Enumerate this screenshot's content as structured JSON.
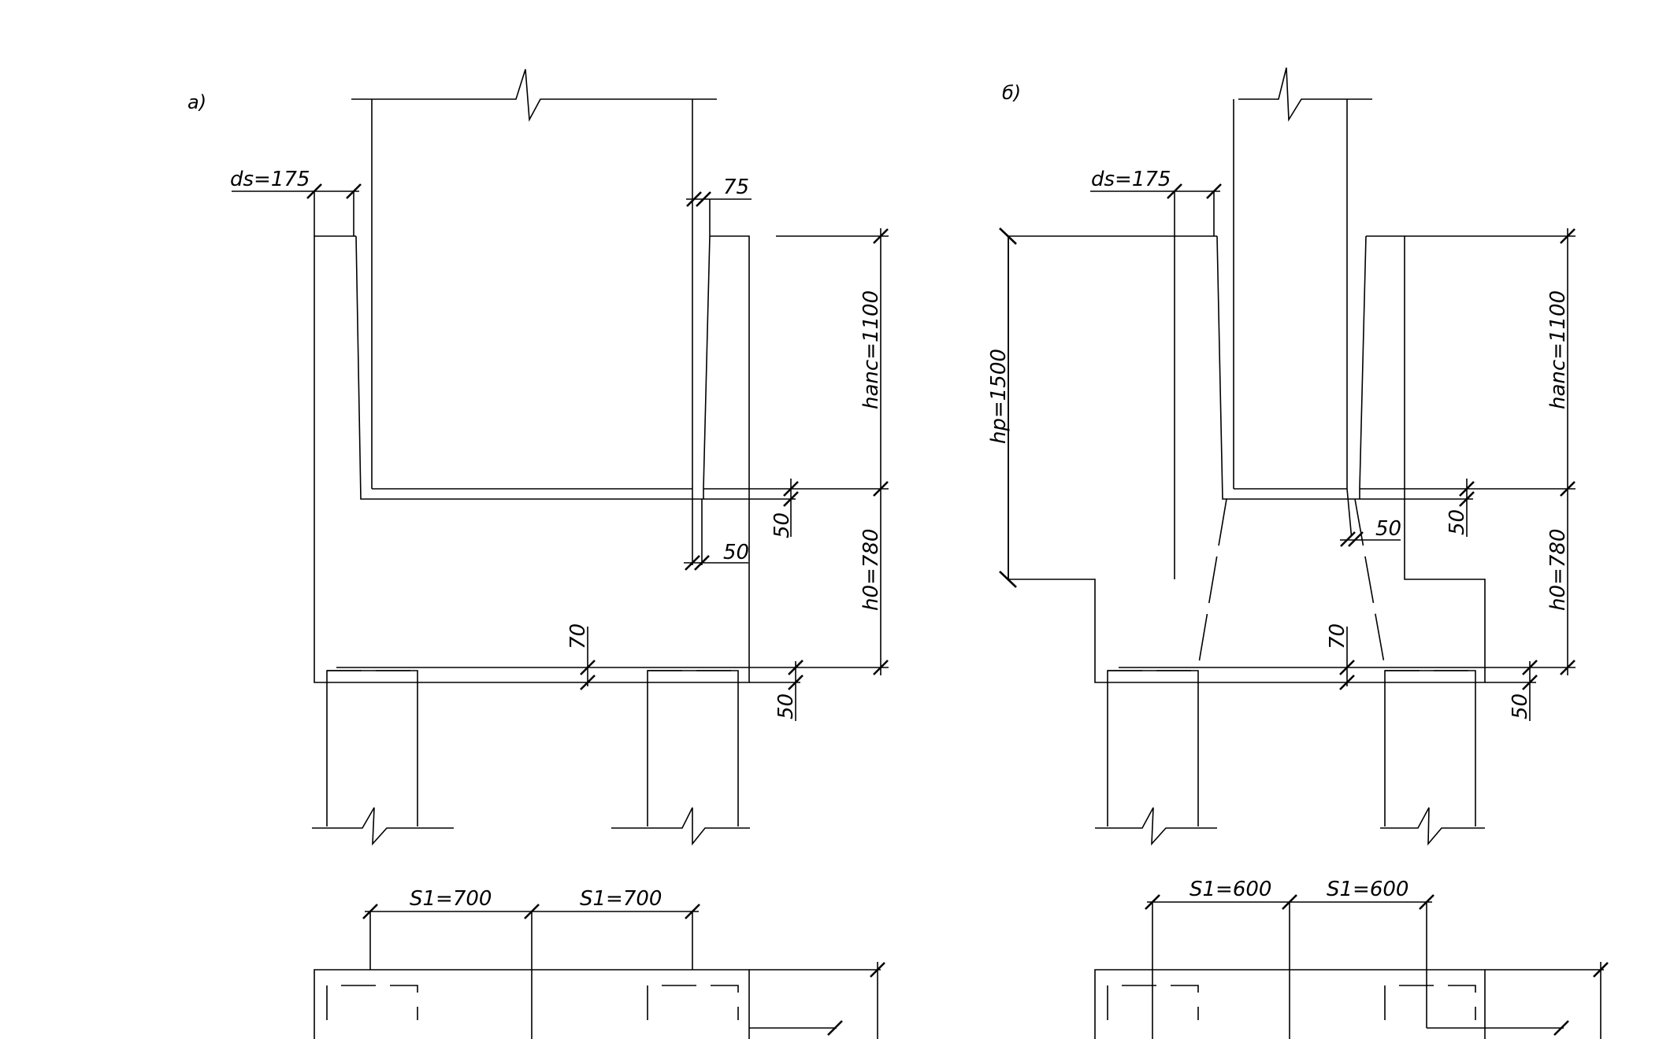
{
  "diagram": {
    "line_color": "#000000",
    "background": "#ffffff",
    "panel_a": {
      "label": "а)",
      "ds": "ds=175",
      "gap_top": "75",
      "hanc": "hanc=1100",
      "h0": "h0=780",
      "gap_inner": "50",
      "gap_right": "50",
      "cover_top": "70",
      "cover_bottom": "50",
      "spacing_1": "S1=700",
      "spacing_2": "S1=700"
    },
    "panel_b": {
      "label": "б)",
      "ds": "ds=175",
      "hp": "hp=1500",
      "hanc": "hanc=1100",
      "h0": "h0=780",
      "gap_inner": "50",
      "gap_right": "50",
      "cover_top": "70",
      "cover_bottom": "50",
      "spacing_1": "S1=600",
      "spacing_2": "S1=600"
    }
  }
}
